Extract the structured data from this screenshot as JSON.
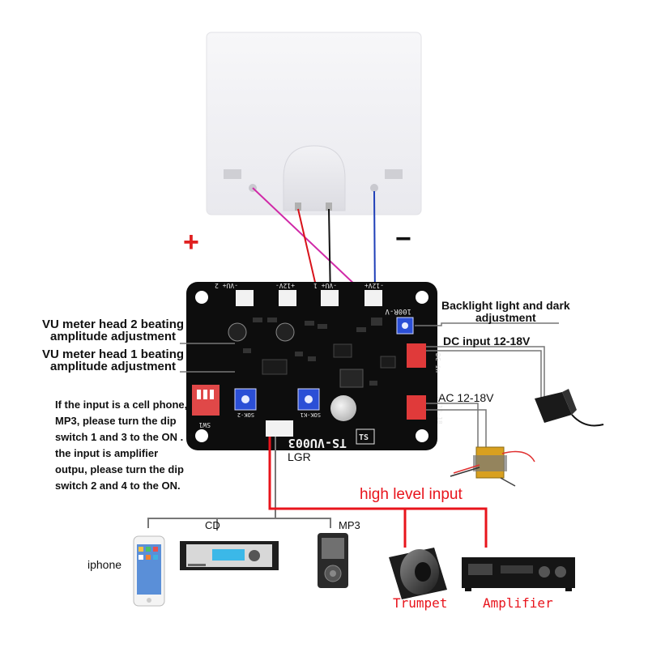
{
  "colors": {
    "pcb": "#0d0d0d",
    "wire_pink": "#d02aa8",
    "wire_red": "#d8121a",
    "wire_black": "#111111",
    "wire_blue": "#1f3fb8",
    "wire_grey": "#777777",
    "high_level_red": "#e8141c",
    "plus_red": "#e02020",
    "connector_red": "#e03a3a",
    "pot_blue": "#2b4fd6"
  },
  "polarity": {
    "plus": "+",
    "minus": "−"
  },
  "board": {
    "top_silk": [
      "-VU+ 2",
      "+12V-",
      "-VU+ 1",
      "-12V+"
    ],
    "model": "TS-VU003",
    "name_silk": "100R-V",
    "sw_silk": "SW1",
    "dcin_silk": "DC in",
    "ac_silk": "AC12-18",
    "logo_silk": "TS",
    "pot_silk_left": "SOK-2",
    "pot_silk_right": "SOK-K1"
  },
  "labels": {
    "backlight": [
      "Backlight light and dark",
      "adjustment"
    ],
    "vu2": [
      "VU meter head 2 beating",
      "amplitude adjustment"
    ],
    "vu1": [
      "VU meter head 1 beating",
      "amplitude adjustment"
    ],
    "dc_input": "DC input 12-18V",
    "ac_input": "AC 12-18V",
    "instructions": "If the input is a cell phone, MP3, please turn the dip switch 1 and 3 to the ON . If the input is amplifier outpu, please turn the dip switch 2 and 4 to the ON.",
    "lgr": "LGR",
    "high_level": "high level input",
    "cd": "CD",
    "mp3": "MP3",
    "iphone": "iphone",
    "trumpet": "Trumpet",
    "amplifier": "Amplifier"
  }
}
